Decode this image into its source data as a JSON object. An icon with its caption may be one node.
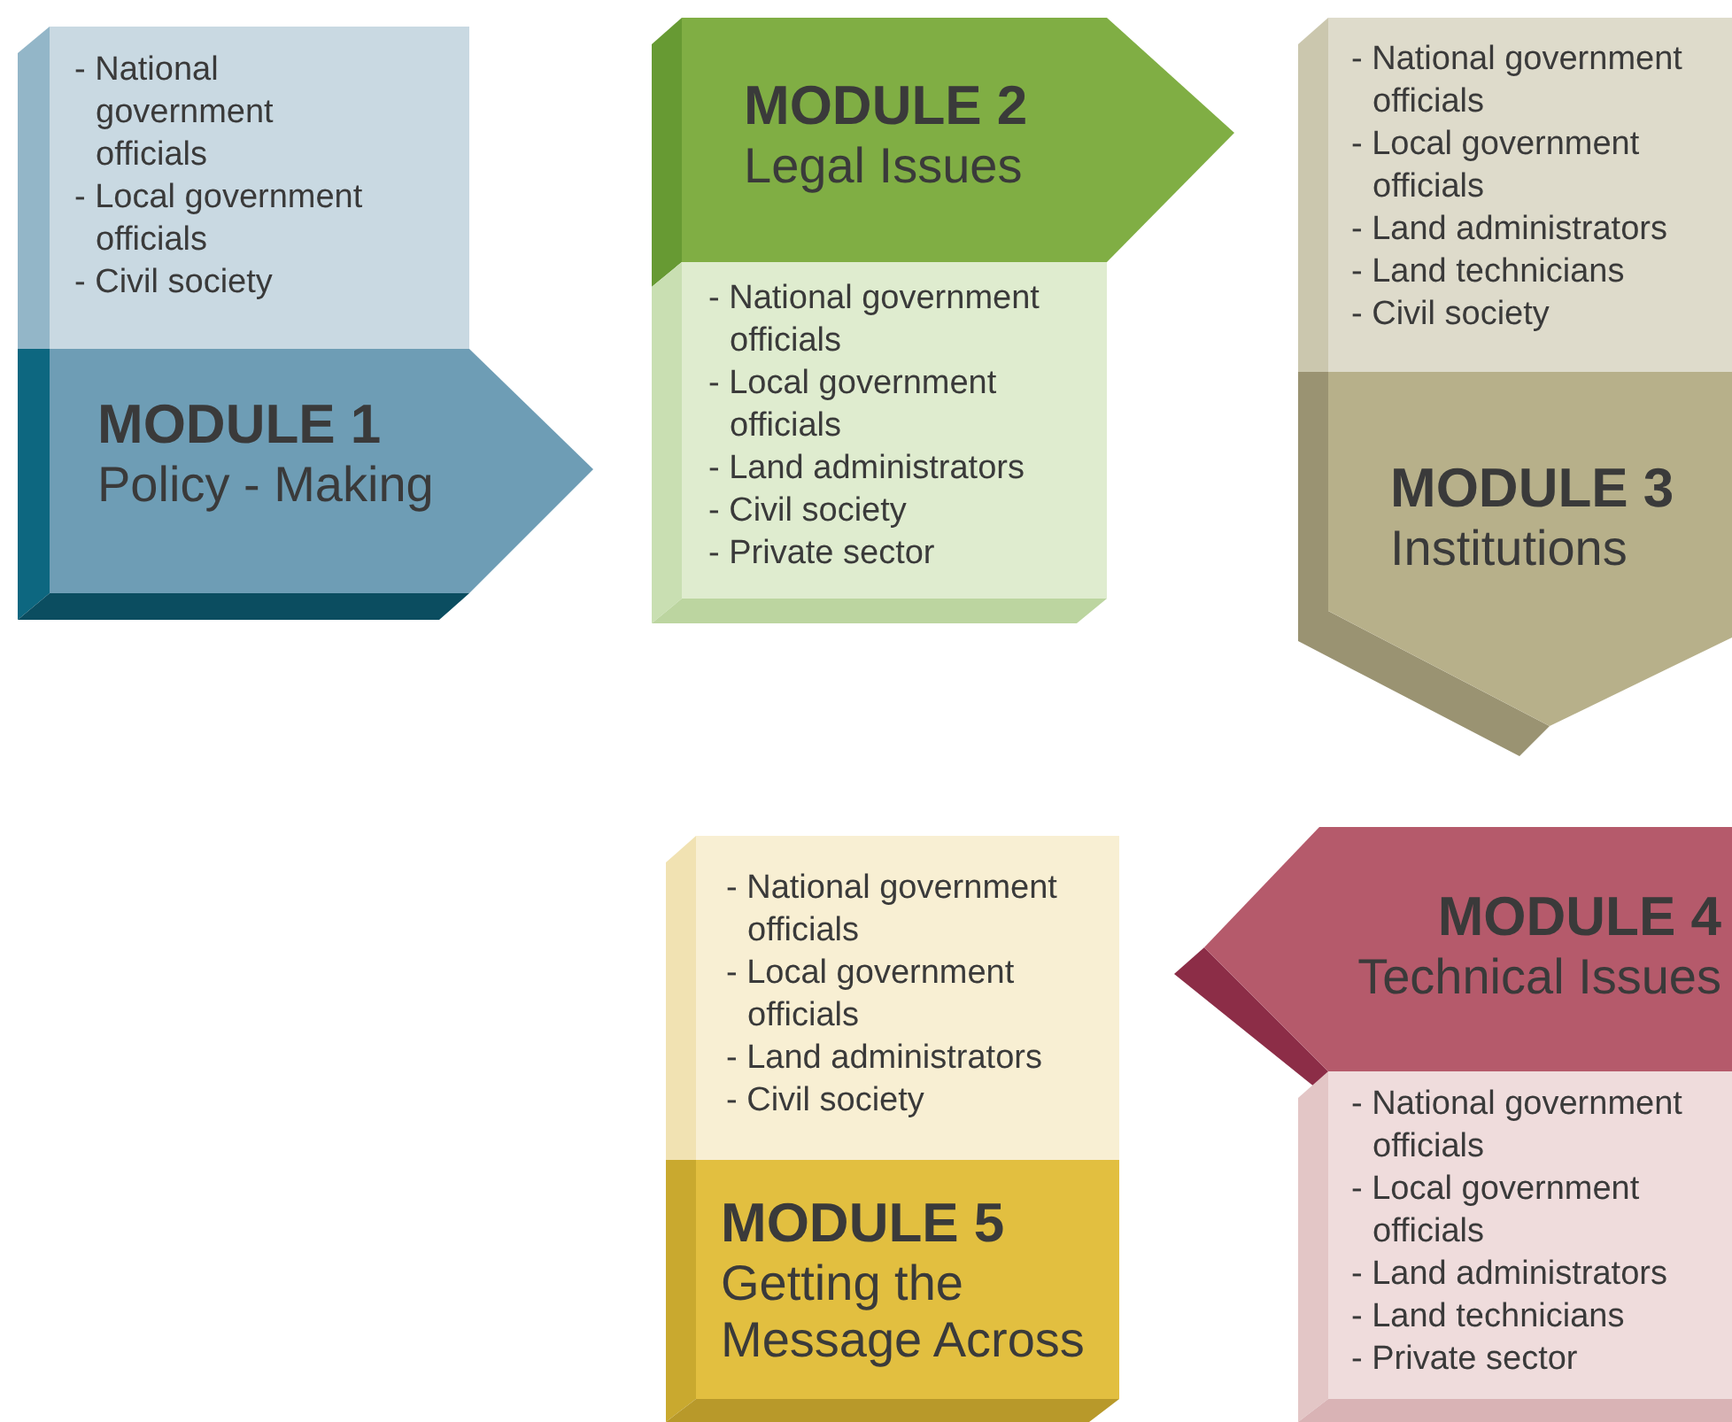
{
  "diagram": {
    "nodes": [
      {
        "text": [
          "- National government officials",
          "- Local government officials",
          "- Civil society"
        ]
      },
      {
        "text": [
          "MODULE 1",
          "Policy - Making"
        ]
      },
      {
        "text": [
          "MODULE 2",
          "Legal Issues"
        ]
      },
      {
        "text": [
          "- National government officials",
          "- Local government officials",
          "- Land administrators",
          "- Civil society",
          "- Private sector"
        ]
      },
      {
        "text": [
          "- National government officials",
          "- Local government officials",
          "- Land administrators",
          "- Land technicians",
          "- Civil society"
        ]
      },
      {
        "text": [
          "MODULE 3",
          "Institutions"
        ]
      },
      {
        "text": [
          "MODULE 4",
          "Technical Issues"
        ]
      },
      {
        "text": [
          "- National government officials",
          "- Local government officials",
          "- Land administrators",
          "- Land technicians",
          "- Private sector"
        ]
      },
      {
        "text": [
          "- National government officials",
          "- Local government officials",
          "- Land administrators",
          "- Civil society"
        ]
      },
      {
        "text": [
          "MODULE 5",
          "Getting the Message Across"
        ]
      }
    ]
  }
}
